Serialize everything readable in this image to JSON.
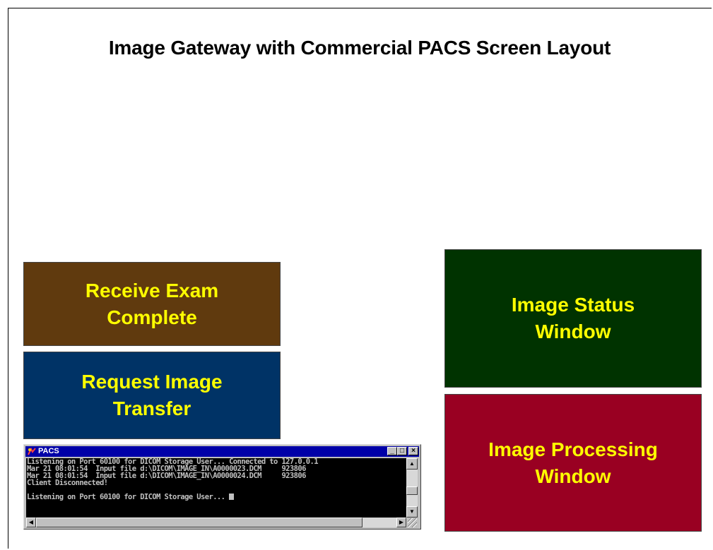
{
  "title": "Image Gateway with Commercial PACS Screen Layout",
  "boxes": {
    "receive": "Receive Exam\nComplete",
    "request": "Request Image\nTransfer",
    "status": "Image Status\nWindow",
    "processing": "Image Processing\nWindow"
  },
  "colors": {
    "receive": "#603a0e",
    "request": "#003366",
    "status": "#003300",
    "processing": "#990022",
    "box_text": "#ffff00"
  },
  "console": {
    "title": "PACS",
    "icon": "pacs-app-icon",
    "lines": [
      "Listening on Port 60100 for DICOM Storage User... Connected to 127.0.0.1",
      "Mar 21 08:01:54  Input file d:\\DICOM\\IMAGE_IN\\A0000023.DCM     923806",
      "Mar 21 08:01:54  Input file d:\\DICOM\\IMAGE_IN\\A0000024.DCM     923806",
      "Client Disconnected!",
      "",
      "Listening on Port 60100 for DICOM Storage User... "
    ]
  }
}
